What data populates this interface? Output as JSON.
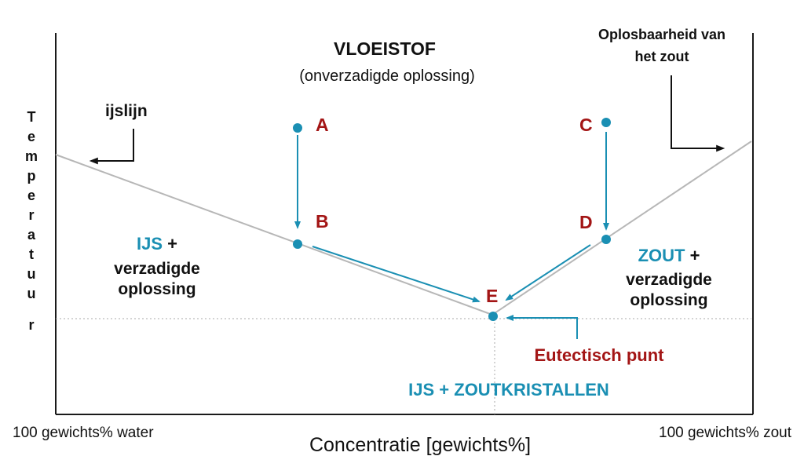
{
  "colors": {
    "accent_blue": "#1a8fb3",
    "label_red": "#a31515",
    "curve_gray": "#b7b7b7",
    "text": "#111111"
  },
  "labels": {
    "liquid_title": "VLOEISTOF",
    "liquid_subtitle": "(onverzadigde oplossing)",
    "solubility_line1": "Oplosbaarheid van",
    "solubility_line2": "het zout",
    "ice_line": "ijslijn",
    "y_axis_letters": [
      "T",
      "e",
      "m",
      "p",
      "e",
      "r",
      "a",
      "t",
      "u",
      "u",
      "r"
    ],
    "left_region": {
      "ice": "IJS",
      "plus": "+",
      "line2": "verzadigde",
      "line3": "oplossing"
    },
    "right_region": {
      "salt": "ZOUT",
      "plus": "+",
      "line2": "verzadigde",
      "line3": "oplossing"
    },
    "bottom_region": "IJS + ZOUTKRISTALLEN",
    "eutectic": "Eutectisch punt",
    "x_left": "100 gewichts% water",
    "x_right": "100 gewichts% zout",
    "x_axis": "Concentratie [gewichts%]"
  },
  "points": [
    {
      "id": "A",
      "label": "A"
    },
    {
      "id": "B",
      "label": "B"
    },
    {
      "id": "C",
      "label": "C"
    },
    {
      "id": "D",
      "label": "D"
    },
    {
      "id": "E",
      "label": "E"
    }
  ]
}
